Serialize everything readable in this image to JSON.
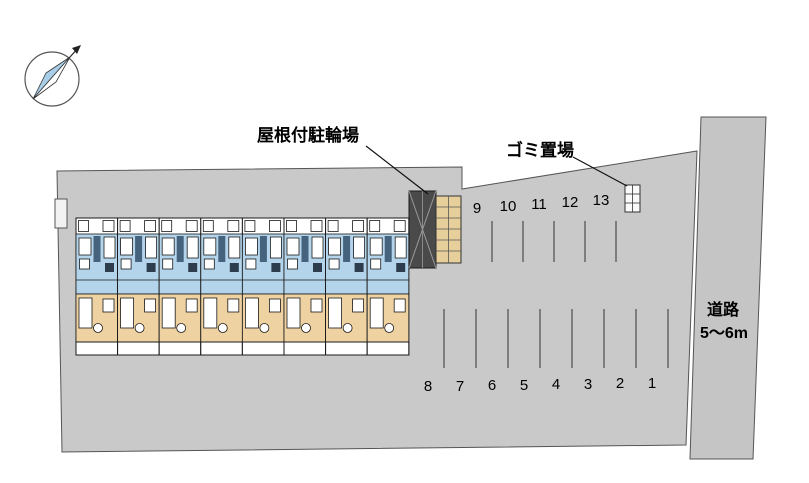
{
  "labels": {
    "bicycle_parking": "屋根付駐輪場",
    "garbage": "ゴミ置場",
    "road_line1": "道路",
    "road_line2": "5〜6m"
  },
  "parking": {
    "top_row": [
      "9",
      "10",
      "11",
      "12",
      "13"
    ],
    "bottom_row": [
      "8",
      "7",
      "6",
      "5",
      "4",
      "3",
      "2",
      "1"
    ]
  },
  "building": {
    "unit_count": 8
  },
  "colors": {
    "site": "#c9c9c9",
    "road": "#c5c5c5",
    "unit_upper": "#b3d4ea",
    "unit_lower": "#eed2a2",
    "bike_shed": "#4a4a4a",
    "bike_rack": "#e6cf9a",
    "compass_needle": "#a9cfe8"
  }
}
